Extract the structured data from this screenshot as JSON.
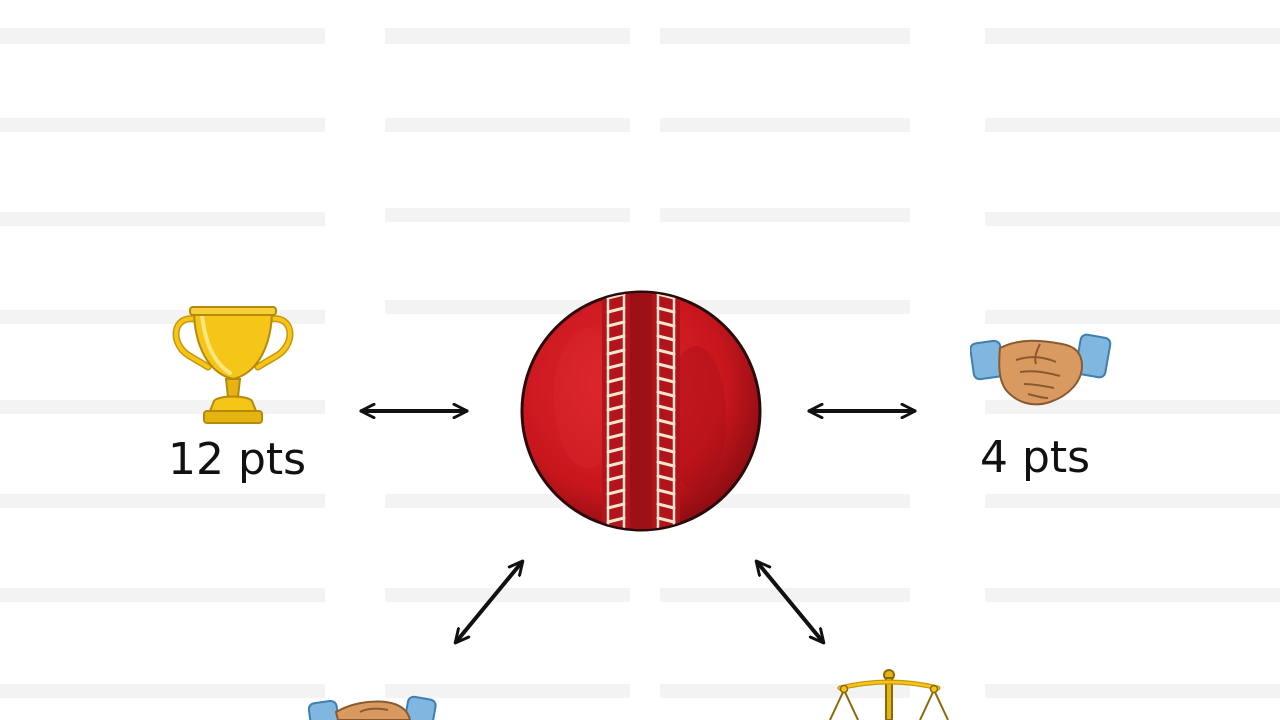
{
  "diagram": {
    "center": {
      "icon": "cricket-ball-icon"
    },
    "outcomes": [
      {
        "id": "win",
        "icon": "trophy-icon",
        "points_label": "12 pts"
      },
      {
        "id": "draw",
        "icon": "handshake-icon",
        "points_label": "4 pts"
      },
      {
        "id": "bottom-left",
        "icon": "handshake-icon",
        "points_label": ""
      },
      {
        "id": "bottom-right",
        "icon": "scales-icon",
        "points_label": ""
      }
    ],
    "connector": "double-headed-arrow"
  },
  "colors": {
    "ball_red": "#c8161d",
    "ball_dark": "#8e0d12",
    "seam_cream": "#f3e6cf",
    "trophy_gold": "#f5c518",
    "trophy_dark": "#c8960c",
    "cuff_blue": "#7fb7e0",
    "hand_skin": "#d99a62",
    "arrow": "#111111"
  }
}
